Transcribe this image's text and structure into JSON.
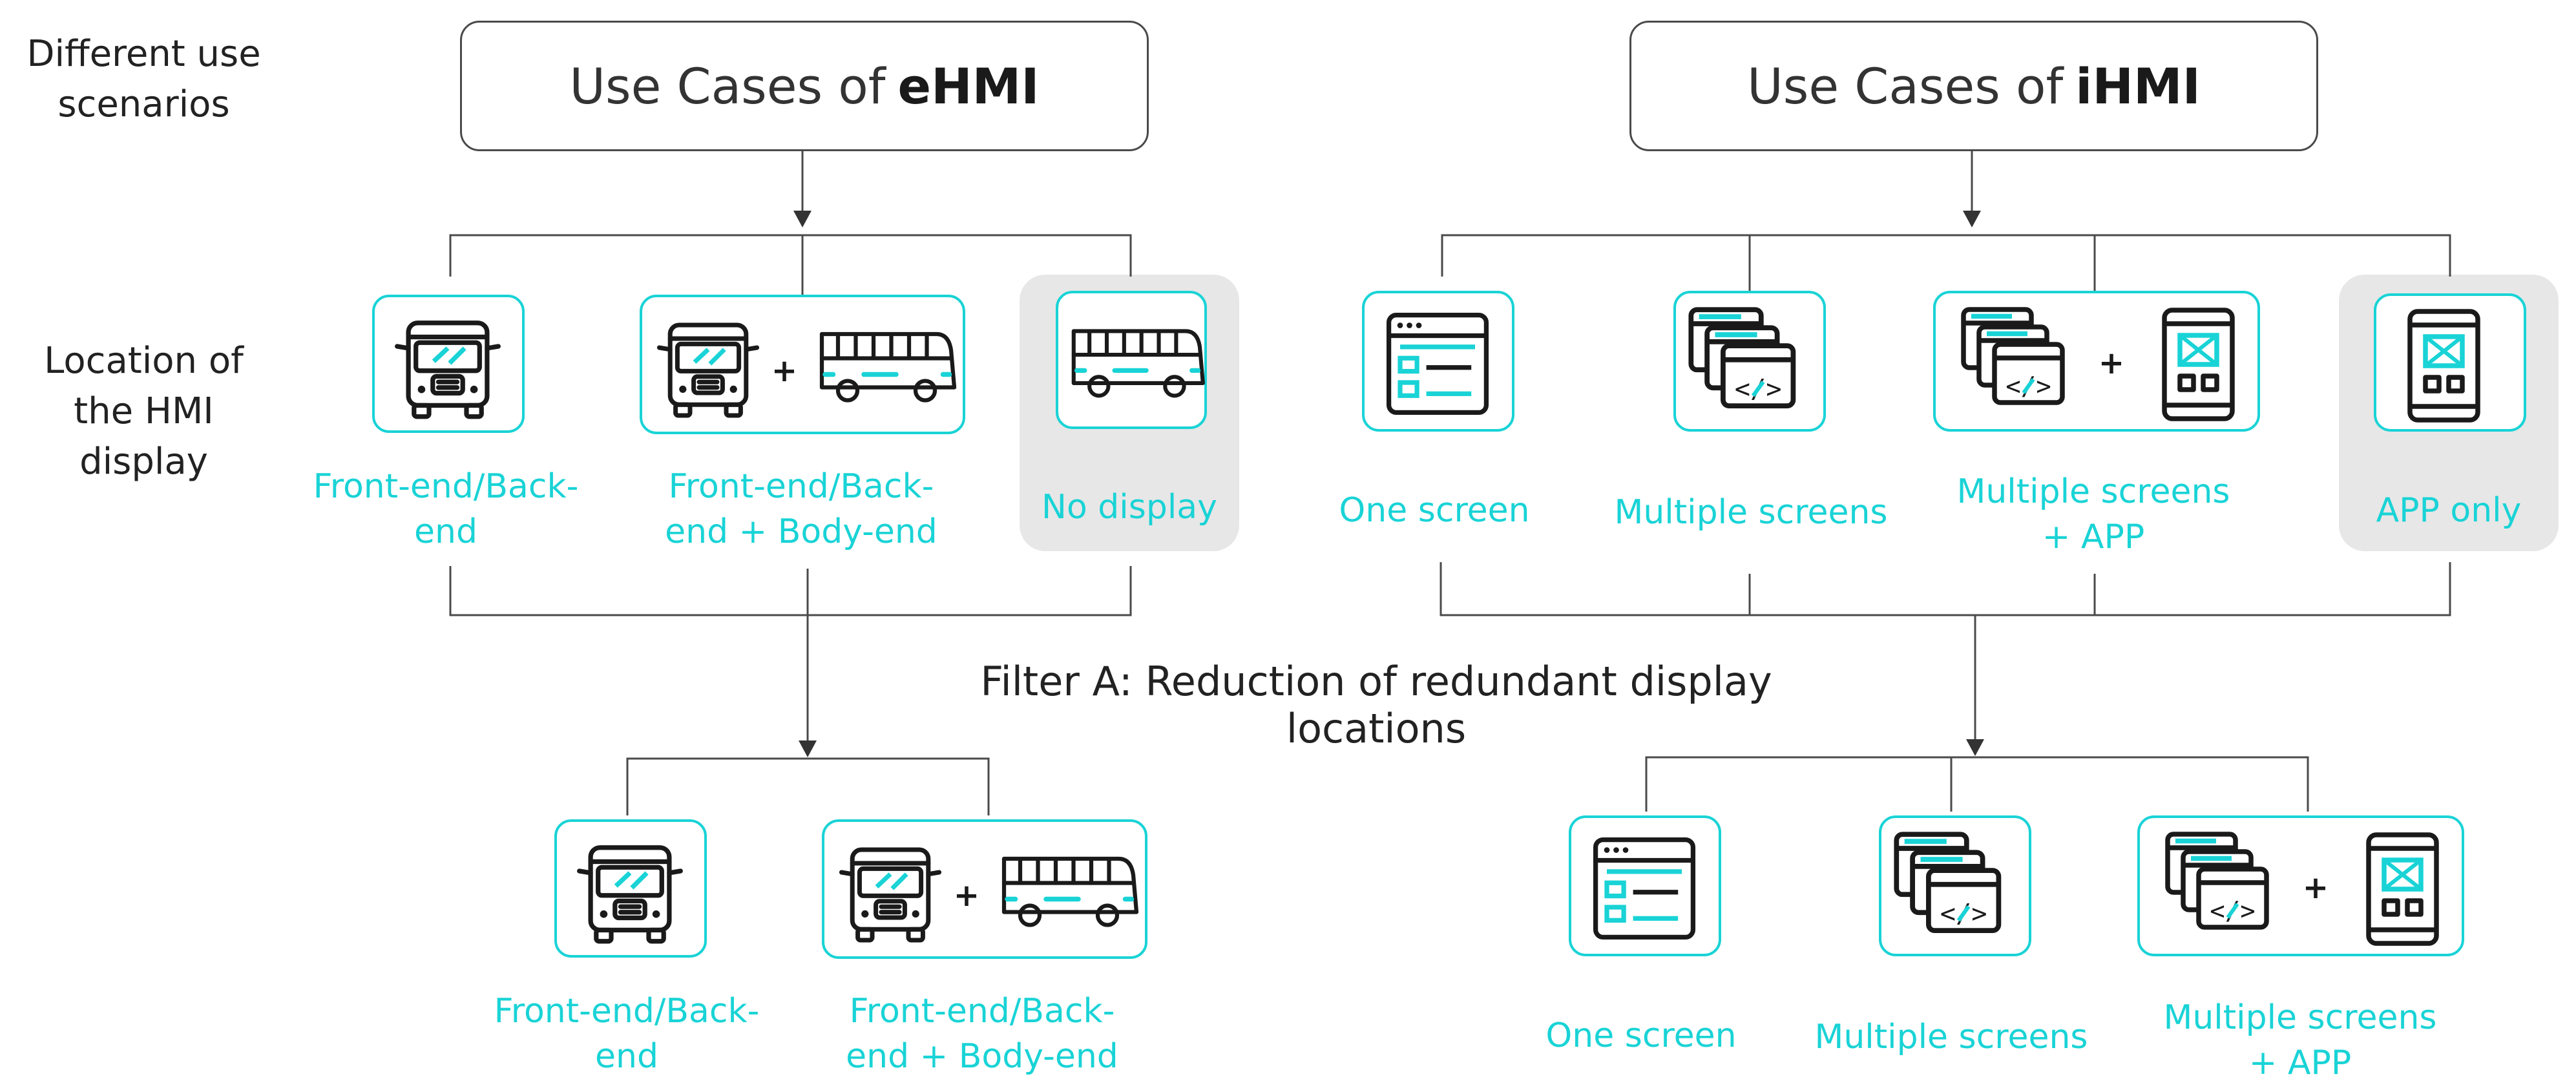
{
  "side_labels": {
    "scenarios": "Different use\nscenarios",
    "location": "Location of\nthe HMI\ndisplay"
  },
  "titles": {
    "ehmi_prefix": "Use Cases of",
    "ehmi_bold": "eHMI",
    "ihmi_prefix": "Use Cases of",
    "ihmi_bold": "iHMI"
  },
  "top_row": {
    "ehmi": [
      {
        "label": "Front-end/Back-\nend",
        "icons": [
          "bus-front-icon"
        ]
      },
      {
        "label": "Front-end/Back-\nend + Body-end",
        "icons": [
          "bus-front-icon",
          "plus-icon",
          "bus-side-icon"
        ]
      },
      {
        "label": "No display",
        "icons": [
          "bus-side-icon"
        ],
        "greyed": true
      }
    ],
    "ihmi": [
      {
        "label": "One screen",
        "icons": [
          "screen-icon"
        ]
      },
      {
        "label": "Multiple screens",
        "icons": [
          "multiple-screens-icon"
        ]
      },
      {
        "label": "Multiple screens\n+ APP",
        "icons": [
          "multiple-screens-icon",
          "plus-icon",
          "phone-app-icon"
        ]
      },
      {
        "label": "APP only",
        "icons": [
          "phone-app-icon"
        ],
        "greyed": true
      }
    ]
  },
  "filter_text": "Filter A: Reduction of redundant display locations",
  "bottom_row": {
    "ehmi": [
      {
        "label": "Front-end/Back-\nend"
      },
      {
        "label": "Front-end/Back-\nend + Body-end"
      }
    ],
    "ihmi": [
      {
        "label": "One screen"
      },
      {
        "label": "Multiple screens"
      },
      {
        "label": "Multiple screens\n+ APP"
      }
    ]
  },
  "colors": {
    "accent": "#19d3d6",
    "line": "#4a4a4a",
    "greyed_bg": "#e7e7e7",
    "icon_stroke": "#1a1a1a"
  }
}
